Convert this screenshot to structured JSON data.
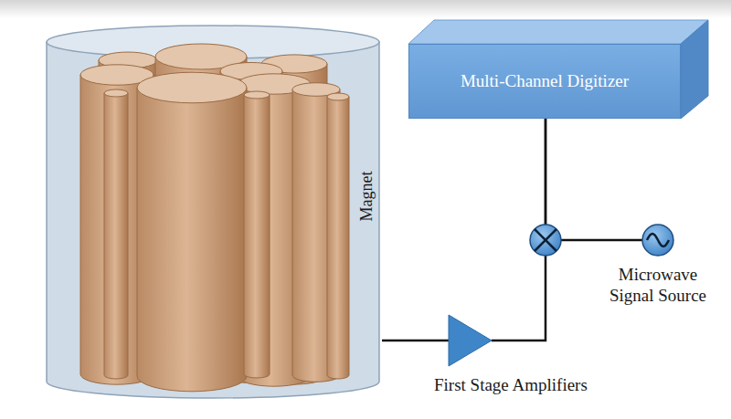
{
  "diagram": {
    "nodes": [
      {
        "text": [
          "Magnet"
        ]
      },
      {
        "text": [
          "Multi-Channel Digitizer"
        ]
      },
      {
        "text": [
          "Microwave Signal Source"
        ]
      },
      {
        "text": [
          "First Stage Amplifiers"
        ]
      }
    ],
    "edges": [
      {
        "from": 0,
        "to": 3,
        "arrow": "none"
      },
      {
        "from": 3,
        "to": 1,
        "arrow": "none"
      },
      {
        "from": 2,
        "to": 1,
        "arrow": "none"
      }
    ]
  }
}
